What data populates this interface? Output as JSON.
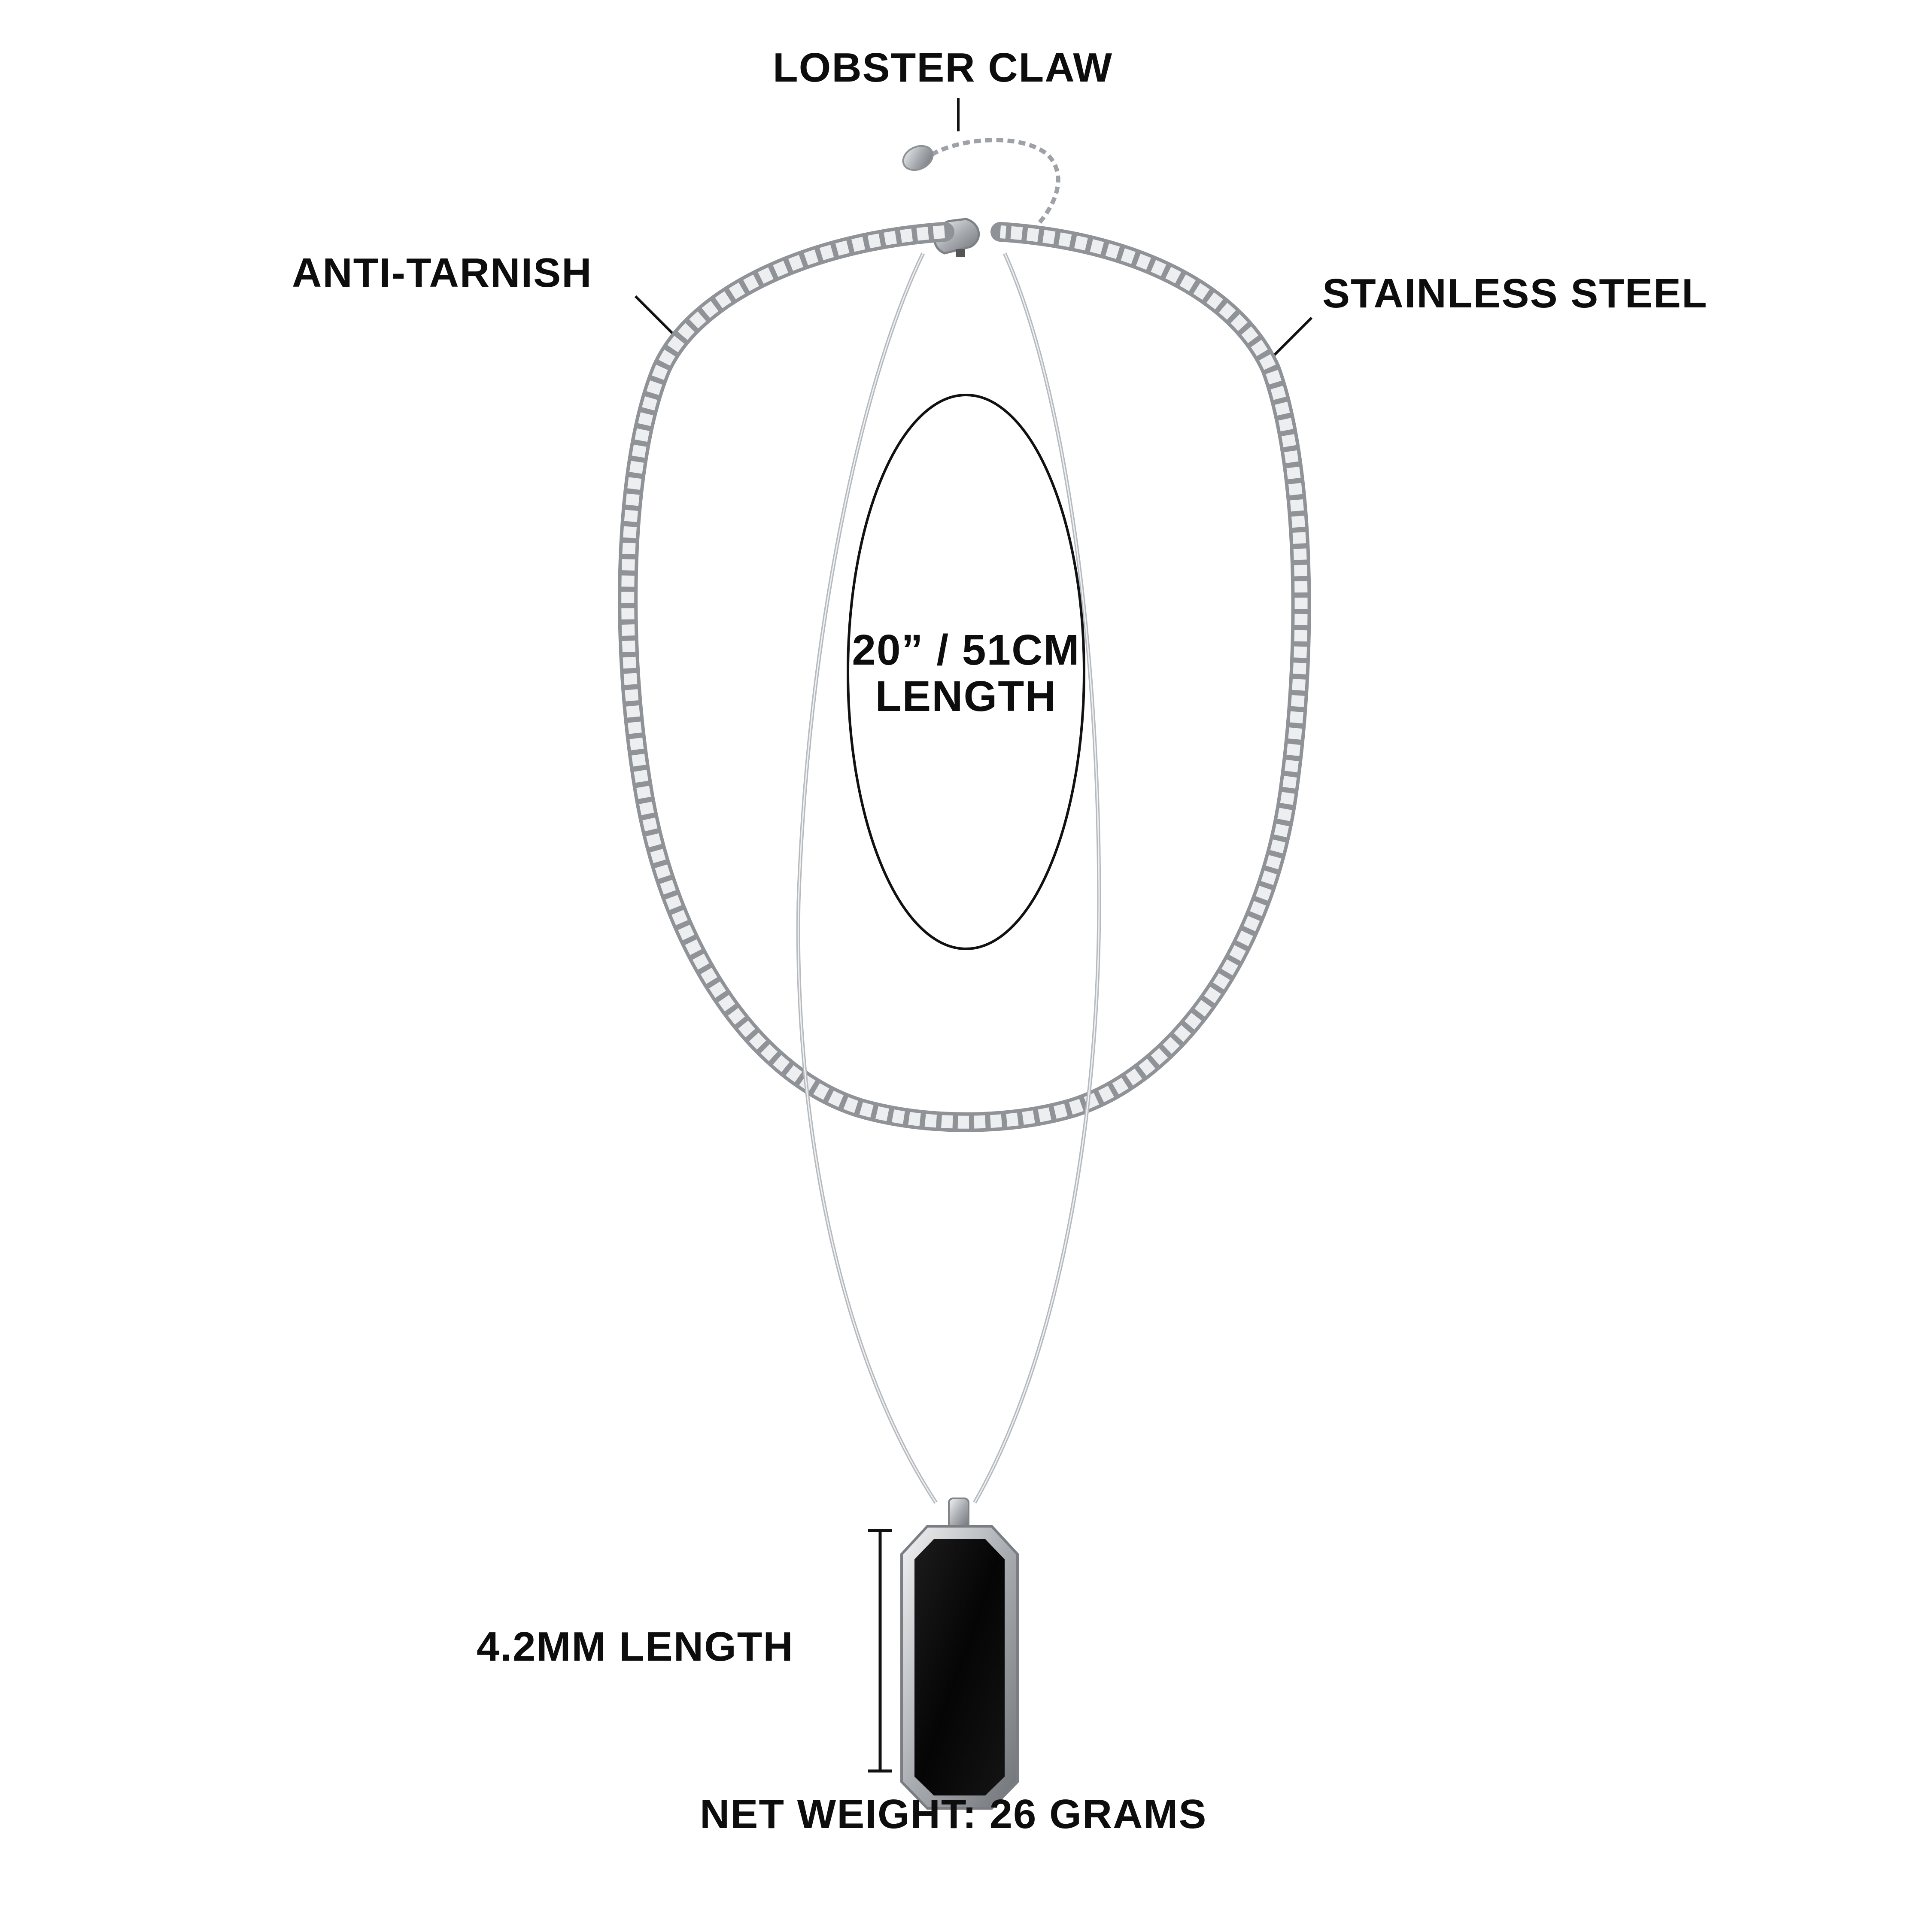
{
  "labels": {
    "clasp": "LOBSTER CLAW",
    "left_feature": "ANTI-TARNISH",
    "right_feature": "STAINLESS STEEL",
    "chain_length_line1": "20” / 51CM",
    "chain_length_line2": "LENGTH",
    "pendant_length": "4.2MM LENGTH",
    "net_weight": "NET WEIGHT: 26 GRAMS"
  },
  "colors": {
    "background": "#ffffff",
    "text": "#0d0d0d",
    "chain_silver": "#a9adb1",
    "chain_highlight": "#eceef0",
    "pendant_stone": "#0a0a0a"
  }
}
